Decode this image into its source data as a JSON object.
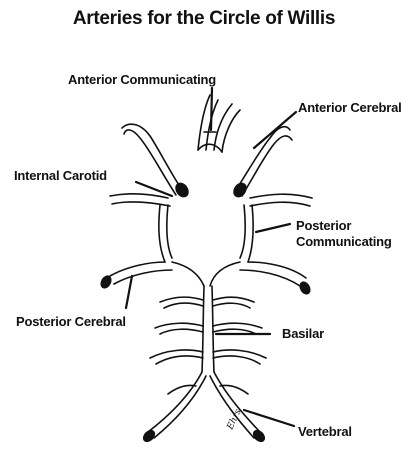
{
  "title": "Arteries for the Circle of Willis",
  "labels": {
    "anterior_communicating": "Anterior Communicating",
    "anterior_cerebral": "Anterior Cerebral",
    "internal_carotid": "Internal Carotid",
    "posterior_communicating_1": "Posterior",
    "posterior_communicating_2": "Communicating",
    "posterior_cerebral": "Posterior Cerebral",
    "basilar": "Basilar",
    "vertebral": "Vertebral"
  },
  "signature": "Ehrs"
}
